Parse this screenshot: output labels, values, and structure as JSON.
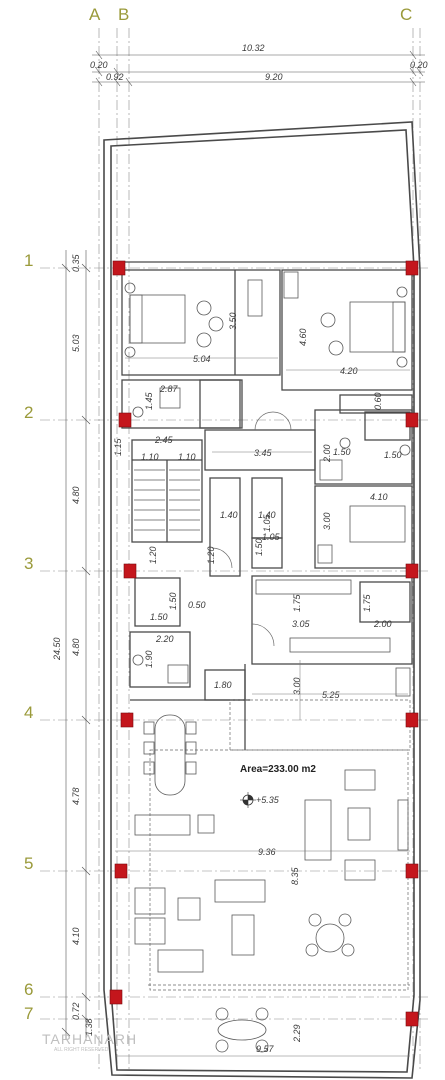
{
  "grid": {
    "columns": [
      "A",
      "B",
      "C"
    ],
    "rows": [
      "1",
      "2",
      "3",
      "4",
      "5",
      "6",
      "7"
    ]
  },
  "dims": {
    "top_total": "10.32",
    "top_left_off": "0.20",
    "top_right_off": "0.20",
    "top_ab": "0.92",
    "top_bc": "9.20",
    "left_total": "24.50",
    "row_1_2": "5.03",
    "row_2_3": "4.80",
    "row_3_4": "4.80",
    "row_4_5": "4.78",
    "row_5_6": "4.10",
    "row_6_7": "0.72",
    "row_7_end": "1.38",
    "row_top": "0.35"
  },
  "room_dims": [
    "5.04",
    "3.50",
    "4.60",
    "4.20",
    "2.87",
    "1.45",
    "0.60",
    "2.45",
    "1.10",
    "1.10",
    "3.45",
    "2.00",
    "1.50",
    "1.50",
    "1.40",
    "1.40",
    "1.05",
    "1.05",
    "3.00",
    "4.10",
    "1.50",
    "1.20",
    "1.20",
    "1.50",
    "0.50",
    "1.50",
    "1.75",
    "1.75",
    "3.05",
    "2.00",
    "2.20",
    "1.90",
    "1.80",
    "3.00",
    "5.25",
    "9.36",
    "8.35",
    "9.57",
    "2.29",
    "1.15"
  ],
  "area_label": "Area=233.00 m2",
  "level_label": "+5.35",
  "watermark": {
    "brand": "TARHANARH",
    "tagline": "ALL RIGHT RESERVED"
  },
  "colors": {
    "grid_label": "#9a9a3a",
    "column_marker": "#c4161c",
    "wall": "#4a4a4a",
    "dim_line": "#555555"
  }
}
